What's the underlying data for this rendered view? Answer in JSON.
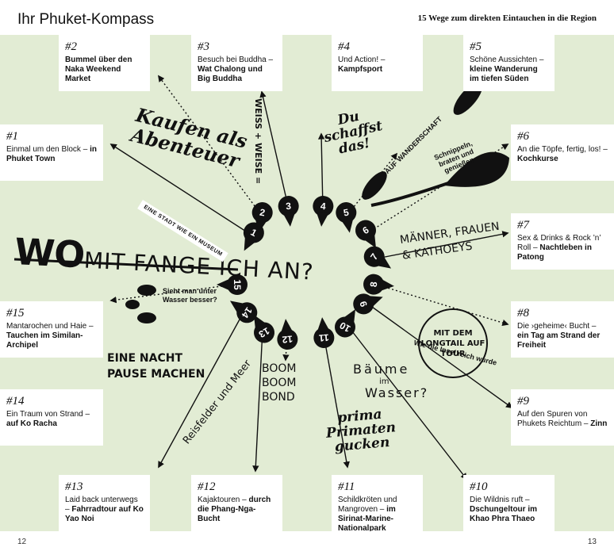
{
  "header": {
    "title": "Ihr Phuket-Kompass",
    "subtitle": "15 Wege zum direkten Eintauchen in die Region"
  },
  "footer": {
    "page_left": "12",
    "page_right": "13"
  },
  "colors": {
    "background": "#e2ecd4",
    "ink": "#111111",
    "card": "#ffffff"
  },
  "center_question": {
    "wo": "WO",
    "rest": "MIT FANGE ICH AN?"
  },
  "cards": [
    {
      "id": "1",
      "num": "#1",
      "text": "Einmal um den Block –",
      "bold": "in Phuket Town"
    },
    {
      "id": "2",
      "num": "#2",
      "text": "",
      "bold": "Bummel über den Naka Weekend Market"
    },
    {
      "id": "3",
      "num": "#3",
      "text": "Besuch bei Buddha –",
      "bold": "Wat Chalong und Big Buddha"
    },
    {
      "id": "4",
      "num": "#4",
      "text": "Und Action! –",
      "bold": "Kampfsport"
    },
    {
      "id": "5",
      "num": "#5",
      "text": "Schöne Aussichten –",
      "bold": "kleine Wanderung im tiefen Süden"
    },
    {
      "id": "6",
      "num": "#6",
      "text": "An die Töpfe, fertig, los! –",
      "bold": "Kochkurse"
    },
    {
      "id": "7",
      "num": "#7",
      "text": "Sex & Drinks & Rock ’n’ Roll –",
      "bold": "Nacht­leben in Patong"
    },
    {
      "id": "8",
      "num": "#8",
      "text": "Die ›geheime‹ Bucht –",
      "bold": "ein Tag am Strand der Freiheit"
    },
    {
      "id": "9",
      "num": "#9",
      "text": "Auf den Spuren von Phukets Reichtum –",
      "bold": "Zinn"
    },
    {
      "id": "10",
      "num": "#10",
      "text": "Die Wildnis ruft –",
      "bold": "Dschungeltour im Khao Phra Thaeo"
    },
    {
      "id": "11",
      "num": "#11",
      "text": "Schildkröten und Man­groven –",
      "bold": "im Sirinat-Marine-Nationalpark"
    },
    {
      "id": "12",
      "num": "#12",
      "text": "Kajaktouren –",
      "bold": "durch die Phang-Nga-Bucht"
    },
    {
      "id": "13",
      "num": "#13",
      "text": "Laid back unterwegs –",
      "bold": "Fahrradtour auf Ko Yao Noi"
    },
    {
      "id": "14",
      "num": "#14",
      "text": "Ein Traum von Strand –",
      "bold": "auf Ko Racha"
    },
    {
      "id": "15",
      "num": "#15",
      "text": "Mantarochen und Haie –",
      "bold": "Tauchen im Similan-Archipel"
    }
  ],
  "pins": [
    "1",
    "2",
    "3",
    "4",
    "5",
    "6",
    "7",
    "8",
    "9",
    "10",
    "11",
    "12",
    "13",
    "14",
    "15"
  ],
  "captions": {
    "kaufen": "Kaufen als Abenteuer",
    "stadt": "EINE STADT WIE EIN MUSEUM",
    "weiss": "WEISS + WEISE =",
    "du": "Du schaffst das!",
    "wander": "AUF WANDERSCHAFT",
    "schnippeln": "Schnippeln, braten und genießen",
    "maenner": "MÄNNER, FRAUEN & KATHOEYS",
    "longtail": "MIT DEM LONGTAIL AUF TOUR",
    "insel": "Wie die Insel reich wurde",
    "baeume_1": "Bäume",
    "baeume_2": "im",
    "baeume_3": "Wasser?",
    "prima": "prima Primaten gucken",
    "boom": "BOOM BOOM BOND",
    "reis": "Reisfelder und Meer",
    "nacht": "EINE NACHT PAUSE MACHEN",
    "sieht": "Sieht man unter Wasser besser?"
  }
}
